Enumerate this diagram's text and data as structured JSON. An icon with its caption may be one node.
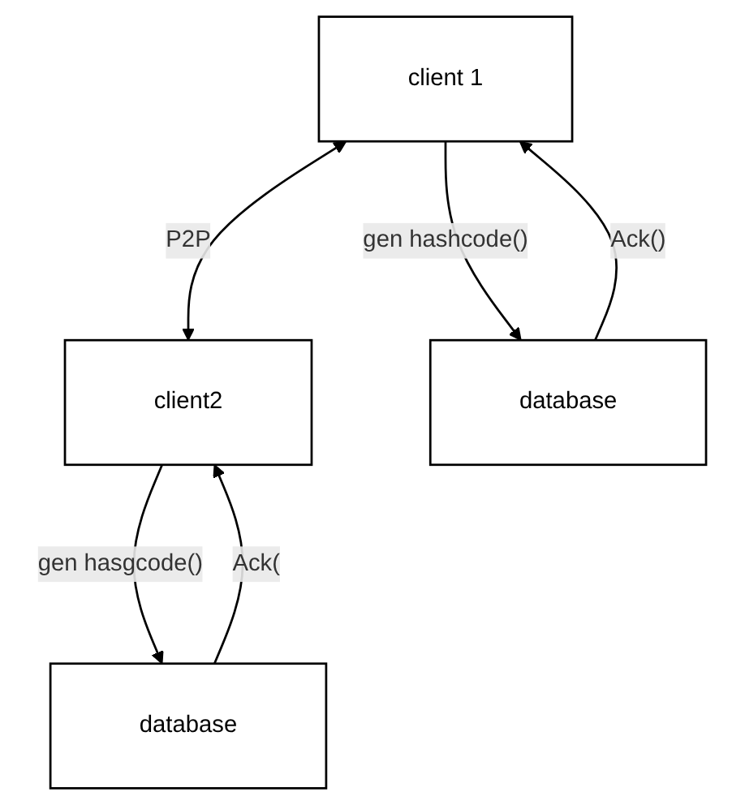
{
  "diagram": {
    "nodes": [
      {
        "text": [
          "client 1"
        ]
      },
      {
        "text": [
          "client2"
        ]
      },
      {
        "text": [
          "database"
        ]
      },
      {
        "text": [
          "database"
        ]
      }
    ],
    "edges": [
      {
        "from": 0,
        "to": 1,
        "arrow": "both",
        "label": "P2P"
      },
      {
        "from": 0,
        "to": 2,
        "arrow": "to",
        "label": "gen hashcode()"
      },
      {
        "from": 2,
        "to": 0,
        "arrow": "to",
        "label": "Ack()"
      },
      {
        "from": 1,
        "to": 3,
        "arrow": "to",
        "label": "gen hasgcode()"
      },
      {
        "from": 3,
        "to": 1,
        "arrow": "to",
        "label": "Ack("
      }
    ]
  }
}
